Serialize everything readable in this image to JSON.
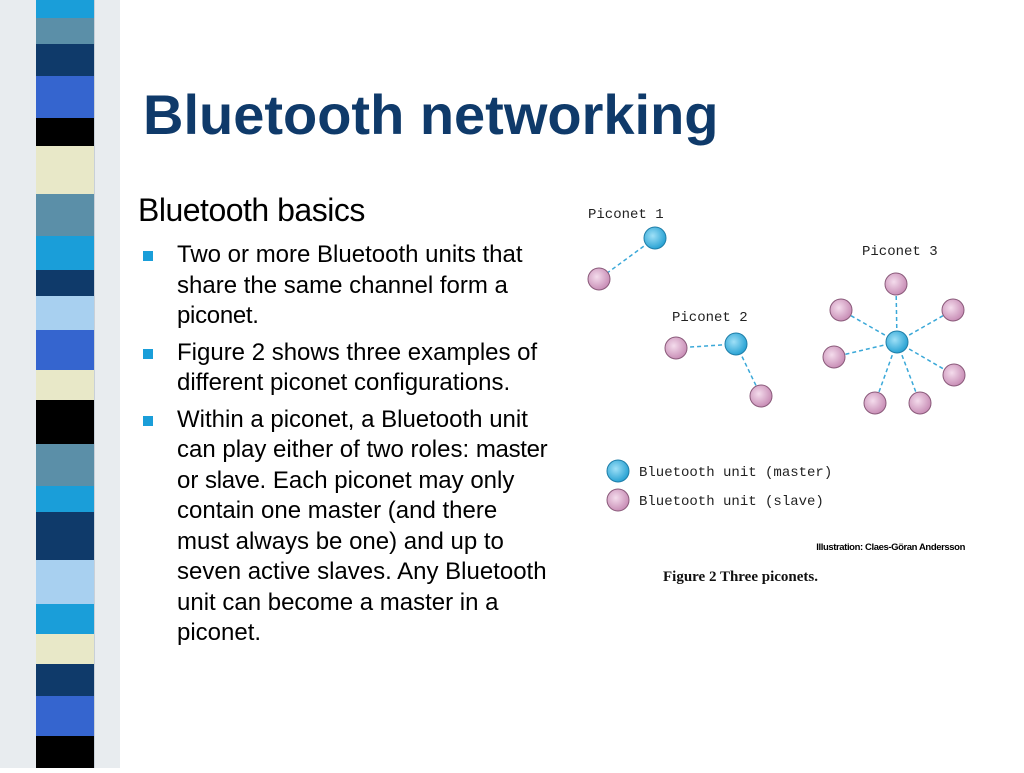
{
  "slide": {
    "title": "Bluetooth networking",
    "subtitle": "Bluetooth basics",
    "bullets": [
      {
        "text_before": "Two or more Bluetooth units that share the same channel form a ",
        "keyword": "piconet",
        "text_after": "."
      },
      {
        "text": "Figure 2 shows three examples of different piconet configurations."
      },
      {
        "text_before": "Within a piconet, a Bluetooth unit can play either of two roles: ",
        "keyword_1": "master",
        "text_middle": " or ",
        "keyword_2": "slave",
        "text_after": ". Each piconet may only contain one master (and there must always be one) and up to seven active slaves. Any Bluetooth unit can become a master in a piconet."
      }
    ]
  },
  "figure": {
    "piconet_labels": [
      "Piconet 1",
      "Piconet 2",
      "Piconet 3"
    ],
    "legend": {
      "master": "Bluetooth unit (master)",
      "slave": "Bluetooth unit (slave)"
    },
    "credit": "Illustration: Claes-Göran Andersson",
    "caption": "Figure 2 Three piconets.",
    "colors": {
      "master": "#38b2e0",
      "slave": "#d9a6c8",
      "link": "#3aa8d8"
    }
  },
  "theme": {
    "title_color": "#0f3a6a",
    "bullet_color": "#1a9ed9"
  }
}
